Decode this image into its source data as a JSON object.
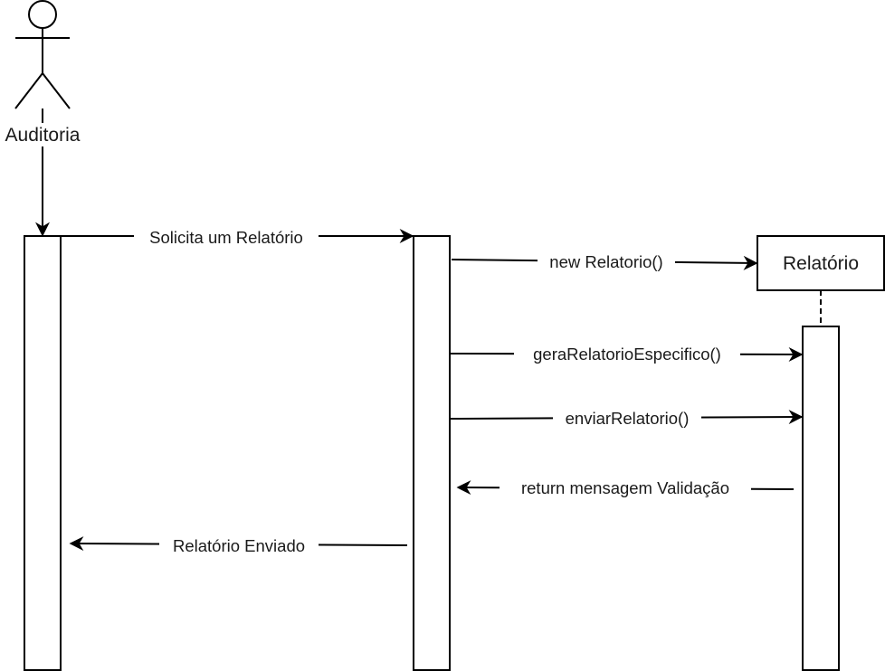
{
  "actor": {
    "label": "Auditoria"
  },
  "object": {
    "label": "Relatório"
  },
  "messages": {
    "solicita": "Solicita um Relatório",
    "new_relatorio": "new Relatorio()",
    "gera": "geraRelatorioEspecifico()",
    "enviar": "enviarRelatorio()",
    "return_validacao": "return mensagem Validação",
    "relatorio_enviado": "Relatório Enviado"
  }
}
